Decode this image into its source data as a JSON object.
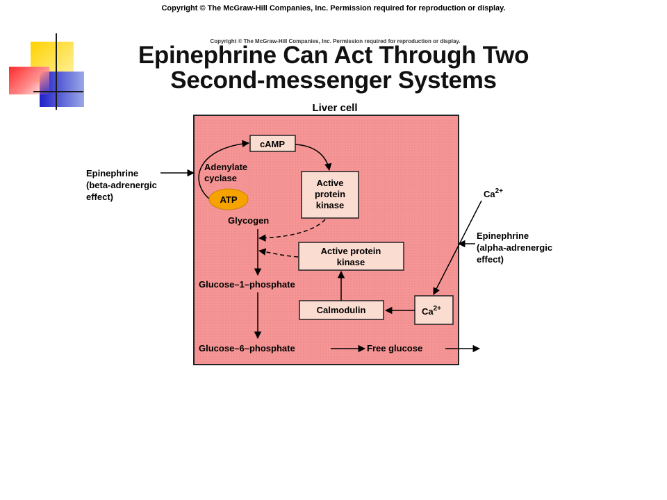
{
  "header": {
    "copyright": "Copyright © The McGraw-Hill Companies, Inc. Permission required for reproduction or display."
  },
  "figure": {
    "copyright": "Copyright © The McGraw-Hill Companies, Inc. Permission required for reproduction or display.",
    "title_line1": "Epinephrine Can Act Through Two",
    "title_line2": "Second-messenger Systems",
    "cell_label": "Liver cell",
    "epinephrine_beta": [
      "Epinephrine",
      "(beta-adrenergic",
      "effect)"
    ],
    "epinephrine_alpha": [
      "Epinephrine",
      "(alpha-adrenergic",
      "effect)"
    ],
    "adenylate_cyclase": [
      "Adenylate",
      "cyclase"
    ],
    "camp": "cAMP",
    "atp": "ATP",
    "active_protein_kinase_1": [
      "Active",
      "protein",
      "kinase"
    ],
    "glycogen": "Glycogen",
    "active_protein_kinase_2": [
      "Active protein",
      "kinase"
    ],
    "glucose_1_phosphate": "Glucose–1–phosphate",
    "calmodulin": "Calmodulin",
    "ca_inside": {
      "base": "Ca",
      "sup": "2+"
    },
    "ca_outside": {
      "base": "Ca",
      "sup": "2+"
    },
    "glucose_6_phosphate": "Glucose–6–phosphate",
    "free_glucose": "Free glucose"
  },
  "colors": {
    "cell_fill": "#f59595",
    "box_fill": "#fadcd0",
    "atp_fill": "#f6a300",
    "deco_yellow": "#ffd200",
    "deco_blue": "#2020c8",
    "deco_red": "#ff2a2a"
  }
}
